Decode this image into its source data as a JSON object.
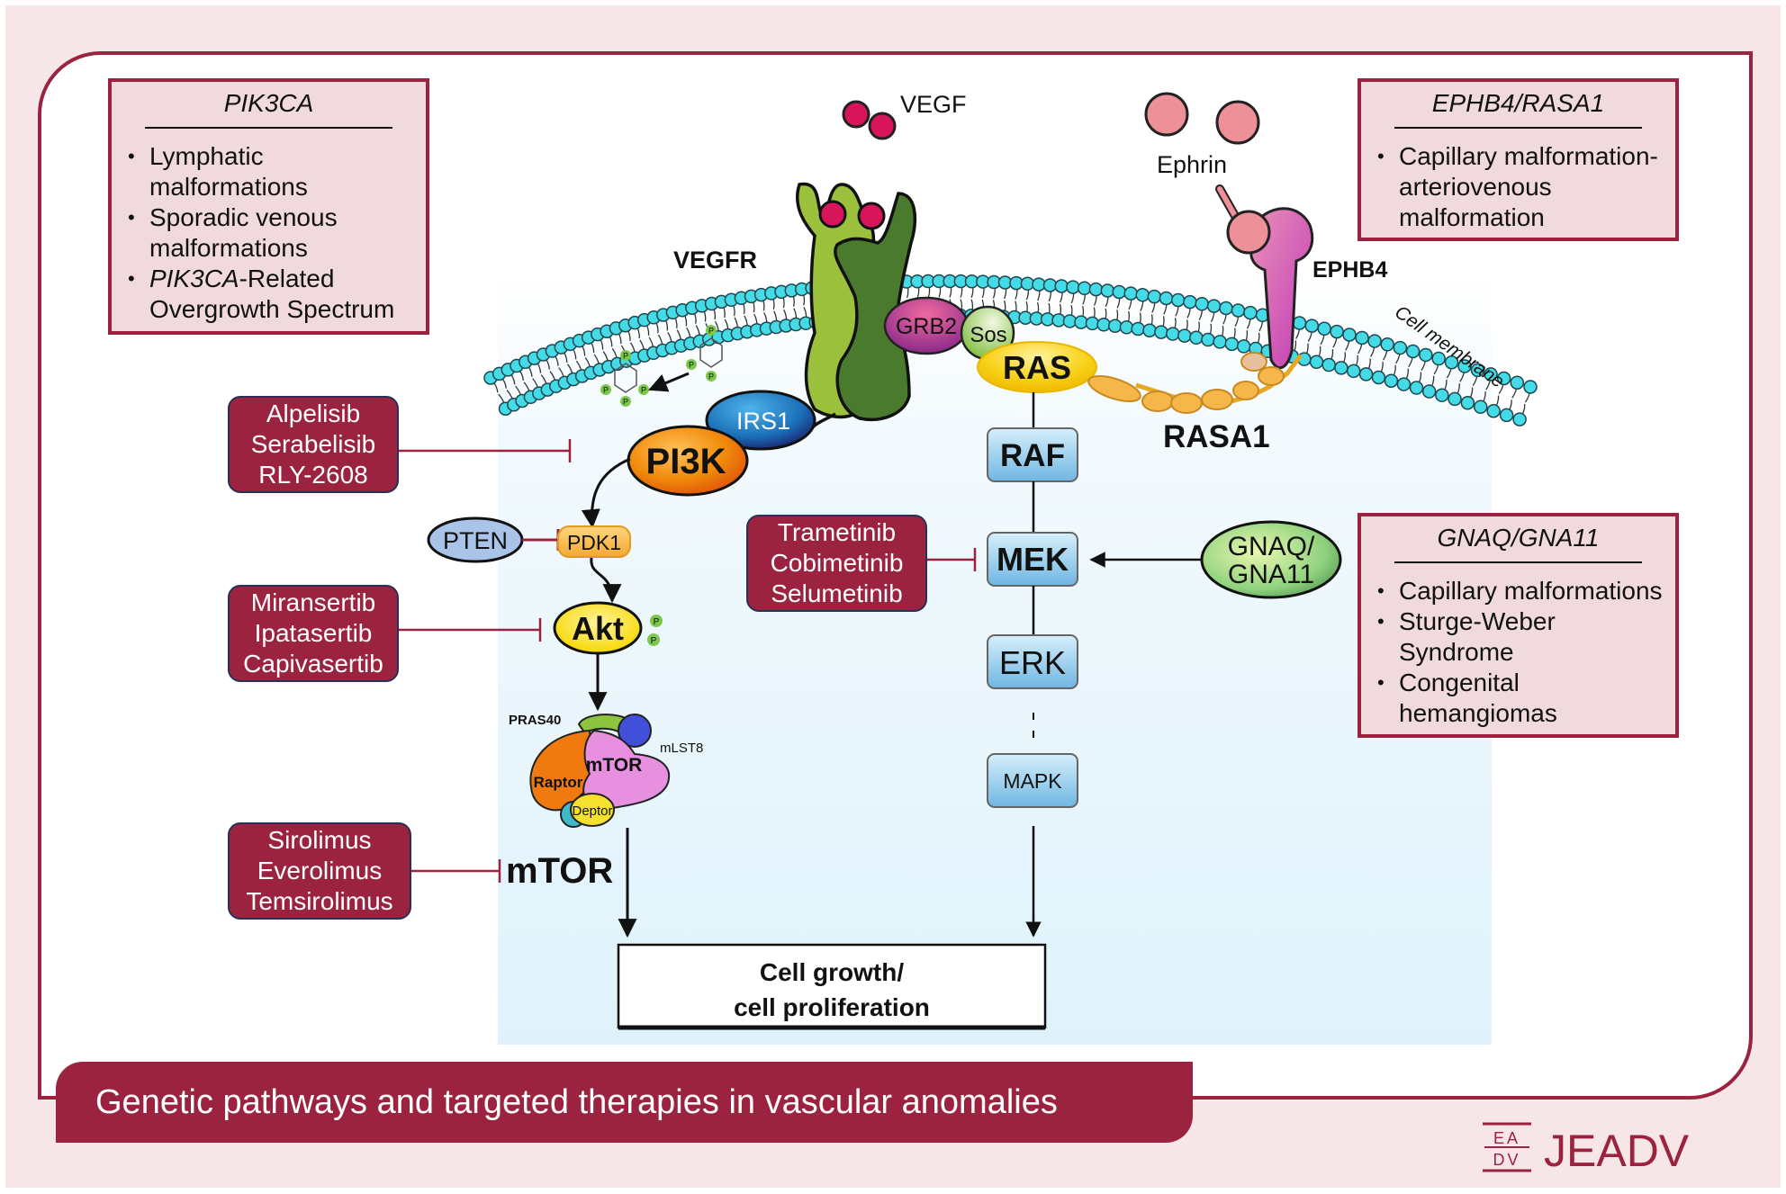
{
  "figure": {
    "title": "Genetic pathways and targeted therapies in vascular anomalies",
    "publisher_logo": {
      "mark": [
        "EA",
        "DV"
      ],
      "name": "JEADV"
    },
    "colors": {
      "brand_maroon": "#9b2340",
      "background_pink": "#f6e6e8",
      "gene_box_fill": "#f1dadd",
      "membrane_head": "#44dbe6",
      "kinase_box": "#7fc1e8",
      "ras_yellow": "#f5cf1a",
      "pi3k_orange": "#f08a0a"
    }
  },
  "gene_boxes": {
    "pik3ca": {
      "title": "PIK3CA",
      "items": [
        "Lymphatic malformations",
        "Sporadic venous malformations",
        "PIK3CA-Related Overgrowth Spectrum"
      ],
      "italic_prefix_item3": "PIK3CA",
      "item3_rest": "-Related Overgrowth Spectrum"
    },
    "ephb4_rasa1": {
      "title": "EPHB4/RASA1",
      "items": [
        "Capillary malformation-arteriovenous malformation"
      ]
    },
    "gnaq_gna11": {
      "title": "GNAQ/GNA11",
      "items": [
        "Capillary malformations",
        "Sturge-Weber Syndrome",
        "Congenital hemangiomas"
      ]
    }
  },
  "drug_boxes": {
    "pi3k_inhibitors": [
      "Alpelisib",
      "Serabelisib",
      "RLY-2608"
    ],
    "akt_inhibitors": [
      "Miransertib",
      "Ipatasertib",
      "Capivasertib"
    ],
    "mtor_inhibitors": [
      "Sirolimus",
      "Everolimus",
      "Temsirolimus"
    ],
    "mek_inhibitors": [
      "Trametinib",
      "Cobimetinib",
      "Selumetinib"
    ]
  },
  "ligands": {
    "vegf": "VEGF",
    "ephrin": "Ephrin"
  },
  "receptors": {
    "vegfr": "VEGFR",
    "ephb4": "EPHB4"
  },
  "membrane_label": "Cell membrane",
  "nodes": {
    "grb2": "GRB2",
    "sos": "Sos",
    "ras": "RAS",
    "rasa1": "RASA1",
    "irs1": "IRS1",
    "pi3k": "PI3K",
    "pten": "PTEN",
    "pdk1": "PDK1",
    "akt": "Akt",
    "phospho": "P",
    "mtorc_pras40": "PRAS40",
    "mtorc_mlst8": "mLST8",
    "mtorc_mtor": "mTOR",
    "mtorc_raptor": "Raptor",
    "mtorc_deptor": "Deptor",
    "mtor_label": "mTOR",
    "raf": "RAF",
    "mek": "MEK",
    "erk": "ERK",
    "mapk": "MAPK",
    "gnaq_line1": "GNAQ/",
    "gnaq_line2": "GNA11"
  },
  "outcome": {
    "line1": "Cell growth/",
    "line2": "cell proliferation"
  }
}
